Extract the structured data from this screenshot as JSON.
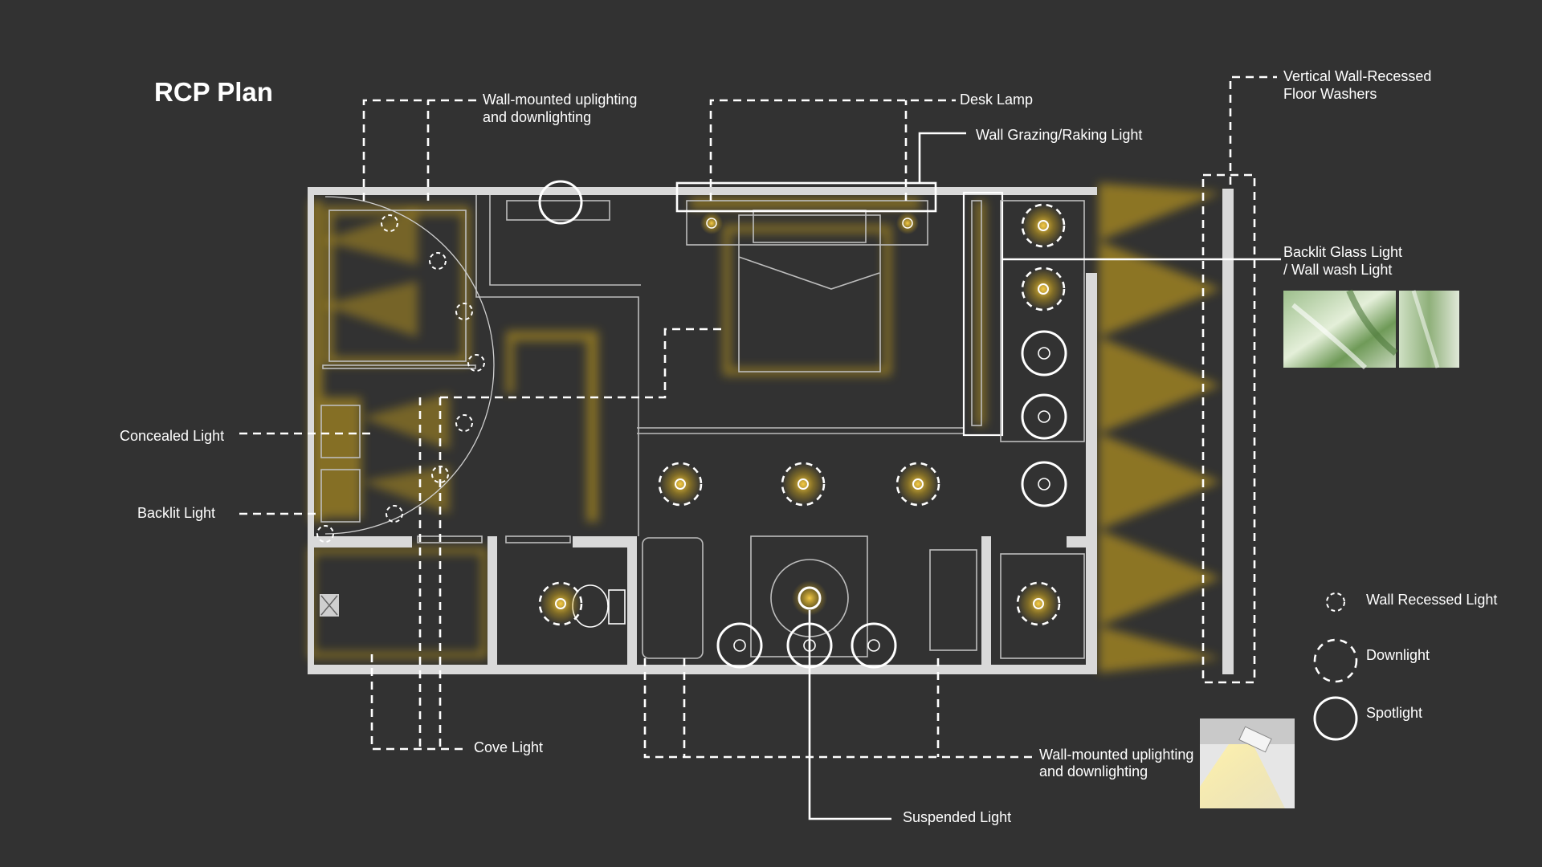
{
  "title": "RCP Plan",
  "labels": {
    "wall_mounted_top_1": "Wall-mounted uplighting",
    "wall_mounted_top_2": "and downlighting",
    "desk_lamp": "Desk Lamp",
    "wall_grazing": "Wall Grazing/Raking Light",
    "vertical_floor_washers_1": "Vertical Wall-Recessed",
    "vertical_floor_washers_2": "Floor Washers",
    "backlit_glass_1": "Backlit Glass Light",
    "backlit_glass_2": "/ Wall wash Light",
    "concealed_light": "Concealed Light",
    "backlit_light": "Backlit Light",
    "cove_light": "Cove Light",
    "wall_mounted_bottom_1": "Wall-mounted uplighting",
    "wall_mounted_bottom_2": "and downlighting",
    "suspended_light": "Suspended Light"
  },
  "legend": [
    {
      "symbol": "wall-recessed-icon",
      "label": "Wall Recessed Light"
    },
    {
      "symbol": "downlight-icon",
      "label": "Downlight"
    },
    {
      "symbol": "spotlight-icon",
      "label": "Spotlight"
    }
  ],
  "colors": {
    "background": "#323232",
    "wall": "#d9d9d9",
    "line": "#ffffff",
    "glow": "#c9a21c",
    "thin_line": "#bdbdbd"
  }
}
